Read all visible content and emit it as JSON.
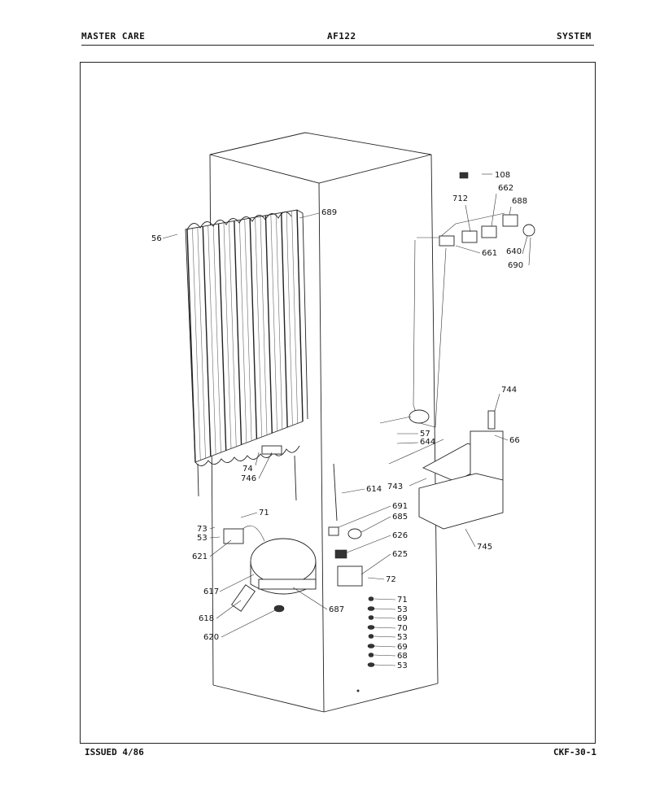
{
  "header": {
    "left": "MASTER CARE",
    "center": "AF122",
    "right": "SYSTEM"
  },
  "footer": {
    "left": "ISSUED 4/86",
    "right": "CKF-30-1"
  },
  "parts": [
    {
      "id": "p108",
      "label": "108"
    },
    {
      "id": "p712",
      "label": "712"
    },
    {
      "id": "p662",
      "label": "662"
    },
    {
      "id": "p688",
      "label": "688"
    },
    {
      "id": "p689",
      "label": "689"
    },
    {
      "id": "p56",
      "label": "56"
    },
    {
      "id": "p661",
      "label": "661"
    },
    {
      "id": "p640",
      "label": "640"
    },
    {
      "id": "p690",
      "label": "690"
    },
    {
      "id": "p744",
      "label": "744"
    },
    {
      "id": "p57",
      "label": "57"
    },
    {
      "id": "p644",
      "label": "644"
    },
    {
      "id": "p66",
      "label": "66"
    },
    {
      "id": "p74",
      "label": "74"
    },
    {
      "id": "p746",
      "label": "746"
    },
    {
      "id": "p743",
      "label": "743"
    },
    {
      "id": "p614",
      "label": "614"
    },
    {
      "id": "p691",
      "label": "691"
    },
    {
      "id": "p685",
      "label": "685"
    },
    {
      "id": "p73",
      "label": "73"
    },
    {
      "id": "p71a",
      "label": "71"
    },
    {
      "id": "p53a",
      "label": "53"
    },
    {
      "id": "p745",
      "label": "745"
    },
    {
      "id": "p626",
      "label": "626"
    },
    {
      "id": "p621",
      "label": "621"
    },
    {
      "id": "p625",
      "label": "625"
    },
    {
      "id": "p72",
      "label": "72"
    },
    {
      "id": "p617",
      "label": "617"
    },
    {
      "id": "p687",
      "label": "687"
    },
    {
      "id": "p71b",
      "label": "71"
    },
    {
      "id": "p53b",
      "label": "53"
    },
    {
      "id": "p618",
      "label": "618"
    },
    {
      "id": "p69a",
      "label": "69"
    },
    {
      "id": "p70",
      "label": "70"
    },
    {
      "id": "p620",
      "label": "620"
    },
    {
      "id": "p53c",
      "label": "53"
    },
    {
      "id": "p69b",
      "label": "69"
    },
    {
      "id": "p68",
      "label": "68"
    },
    {
      "id": "p53d",
      "label": "53"
    }
  ]
}
